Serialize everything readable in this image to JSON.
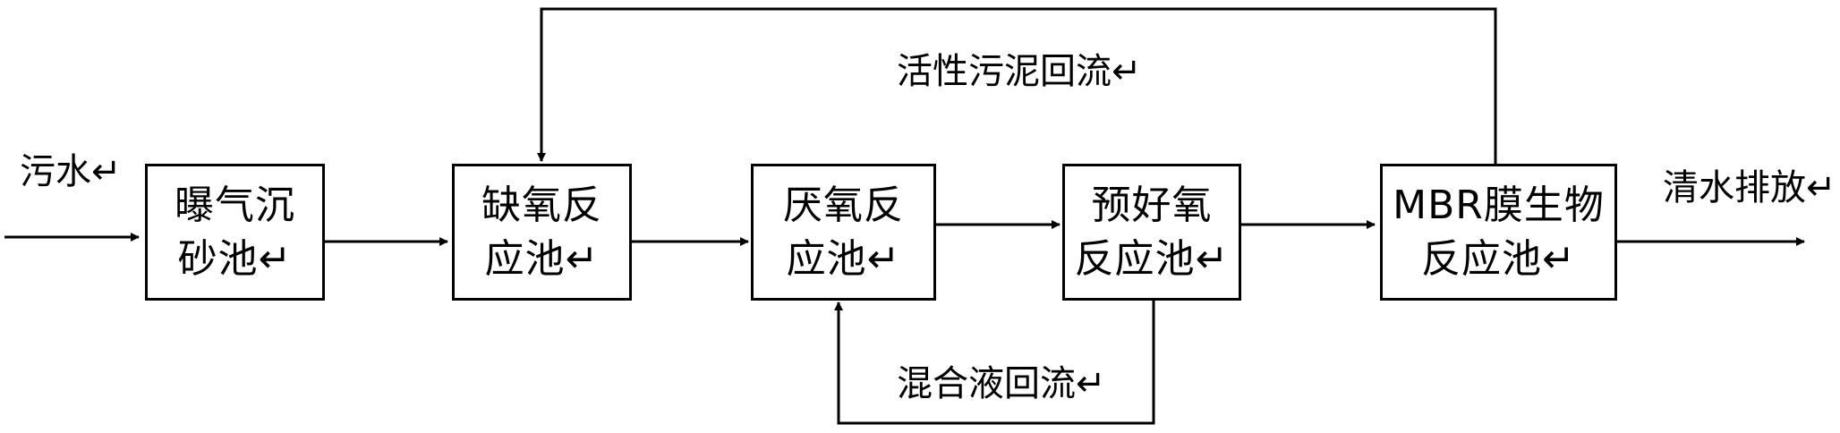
{
  "input_label": "污水↵",
  "output_label": "清水排放↵",
  "return_top_label": "活性污泥回流↵",
  "return_bottom_label": "混合液回流↵",
  "units": [
    {
      "line1": "曝气沉",
      "line2": "砂池↵"
    },
    {
      "line1": "缺氧反",
      "line2": "应池↵"
    },
    {
      "line1": "厌氧反",
      "line2": "应池↵"
    },
    {
      "line1": "预好氧",
      "line2": "反应池↵"
    },
    {
      "line1": "MBR膜生物",
      "line2": "反应池↵"
    }
  ]
}
